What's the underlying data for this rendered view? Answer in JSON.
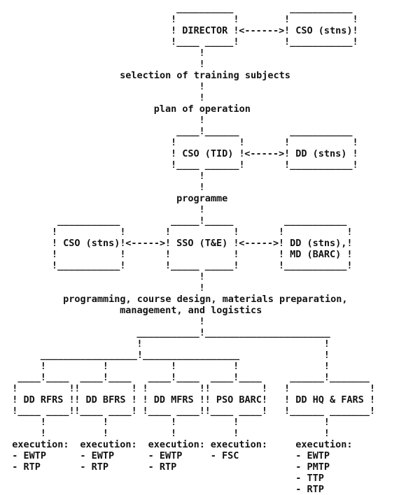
{
  "palette": {
    "ink": "#121212",
    "paper": "#ffffff"
  },
  "diagram": {
    "boxes": {
      "director": [
        " __________ ",
        "!          !",
        "! DIRECTOR !",
        "!____ _____!"
      ],
      "cso_stns_top": [
        " ___________ ",
        "!           !",
        "! CSO (stns)!",
        "!___________!"
      ],
      "cso_tid": [
        " ____ ______ ",
        "!           !",
        "! CSO (TID) !",
        "!____ ______!"
      ],
      "dd_stns": [
        " ___________ ",
        "!           !",
        "! DD (stns) !",
        "!___________!"
      ],
      "cso_stns_mid": [
        " ___________ ",
        "!           !",
        "! CSO (stns)!",
        "!           !",
        "!___________!"
      ],
      "sso_te": [
        " _____ _____ ",
        "!           !",
        "! SSO (T&E) !",
        "!           !",
        "!_____ _____!"
      ],
      "dd_stns_md_barc": [
        " ___________ ",
        "!           !",
        "! DD (stns),!",
        "! MD (BARC) !",
        "!___________!"
      ],
      "dd_rfrs": [
        " ____ ____ ",
        "!         !",
        "! DD RFRS !",
        "!____ ____!"
      ],
      "dd_bfrs": [
        " ____ ____ ",
        "!         !",
        "! DD BFRS !",
        "!____ ____!"
      ],
      "dd_mfrs": [
        " ____ ____ ",
        "!         !",
        "! DD MFRS !",
        "!____ ____!"
      ],
      "pso_barc": [
        " ____ ____ ",
        "!         !",
        "! PSO BARC!",
        "!____ ____!"
      ],
      "dd_hq_fars": [
        " ______ _______ ",
        "!              !",
        "! DD HQ & FARS !",
        "!______ _______!"
      ]
    },
    "labels": {
      "selection": "selection of training subjects",
      "plan": "plan of operation",
      "programme": "programme",
      "prep_line1": "programming, course design, materials preparation,",
      "prep_line2": "management, and logistics"
    },
    "connectors": {
      "arrow_long": "<------>",
      "arrow": "<----->",
      "v1": "!",
      "v2": [
        "!",
        "!"
      ],
      "v4": [
        "!",
        "!",
        "!",
        "!"
      ],
      "branch_top": "___________!______________________",
      "branch_mid": "_________________!_________________"
    },
    "execution": {
      "rfrs": [
        "execution:",
        "- EWTP",
        "- RTP"
      ],
      "bfrs": [
        "execution:",
        "- EWTP",
        "- RTP"
      ],
      "mfrs": [
        "execution:",
        "- EWTP",
        "- RTP"
      ],
      "barc": [
        "execution:",
        "- FSC"
      ],
      "hq_fars": [
        "execution:",
        "- EWTP",
        "- PMTP",
        "- TTP",
        "- RTP"
      ]
    }
  }
}
